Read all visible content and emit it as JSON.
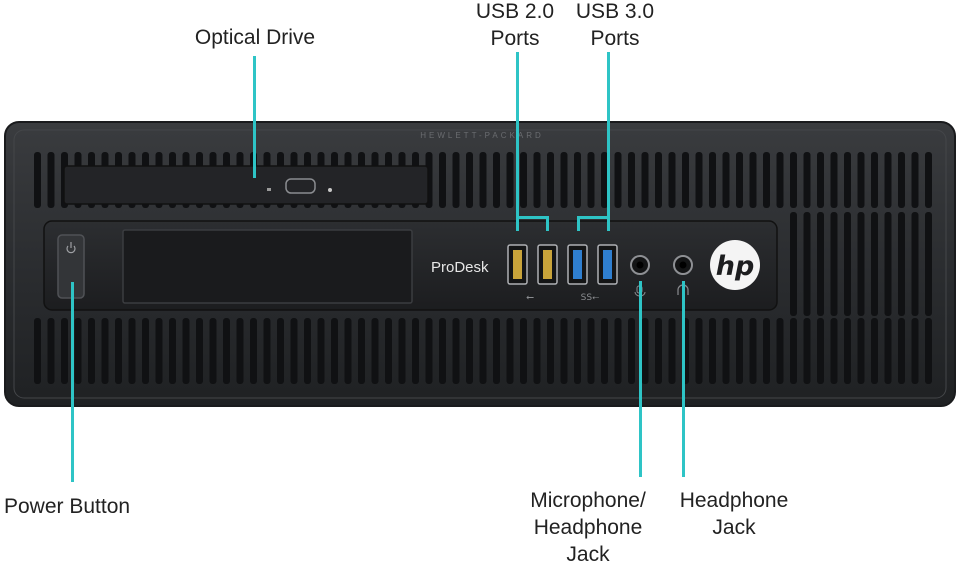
{
  "labels": {
    "optical_drive": "Optical Drive",
    "usb2": "USB 2.0\nPorts",
    "usb3": "USB 3.0\nPorts",
    "power_button": "Power Button",
    "mic_jack": "Microphone/\nHeadphone\nJack",
    "headphone_jack": "Headphone\nJack"
  },
  "chassis": {
    "maker_text": "HEWLETT-PACKARD",
    "model_text": "ProDesk",
    "logo_text": "hp",
    "usb2_symbol": "⭠",
    "usb3_symbol": "SS⭠"
  },
  "colors": {
    "callout": "#2ec4c6",
    "chassis": "#2a2c2e",
    "usb3_blue": "#2f7fd0",
    "usb2_yellow": "#c9a43a"
  }
}
